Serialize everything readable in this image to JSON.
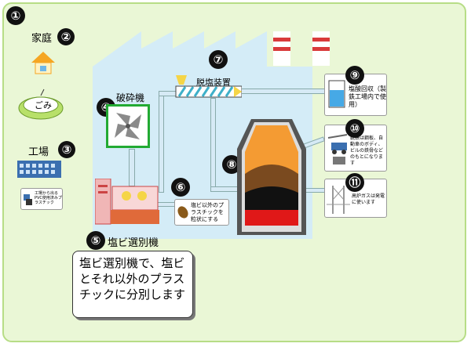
{
  "markers": {
    "m1": "①",
    "m2": "②",
    "m3": "③",
    "m4": "④",
    "m5": "⑤",
    "m6": "⑥",
    "m7": "⑦",
    "m8": "⑧",
    "m9": "⑨",
    "m10": "⑩",
    "m11": "⑪"
  },
  "labels": {
    "household": "家庭",
    "garbage": "ごみ",
    "factory": "工場",
    "factory_card": "工場から出るPVC使用済みプラスチック",
    "crusher": "破砕機",
    "dechlorinator": "脱塩装置",
    "pvc_sorter": "塩ビ選別機",
    "pellet_note": "塩ビ以外のプラスチックを粒状にする",
    "hcl_recovery": "塩酸回収（製鉄工場内で使用）",
    "iron_note": "銑鉄は鋼板、自動車のボディ、ビルの鉄骨などのもとになります",
    "gas_note": "高炉ガスは発電に使います"
  },
  "callout": "塩ビ選別機で、塩ビとそれ以外のプラスチックに分別します",
  "colors": {
    "background": "#eaf7d6",
    "factory_building": "#d4ecf7",
    "crusher_border": "#22aa33",
    "chimney_red": "#d93a3a",
    "furnace_orange": "#f49b33",
    "furnace_brown": "#7a4a1f",
    "furnace_red": "#e01818"
  },
  "icons": [
    "house-icon",
    "garbage-bin-icon",
    "factory-icon",
    "fan-icon",
    "sorter-machine-icon",
    "pellet-icon",
    "beaker-icon",
    "car-icon",
    "bridge-icon",
    "blast-furnace-icon"
  ]
}
